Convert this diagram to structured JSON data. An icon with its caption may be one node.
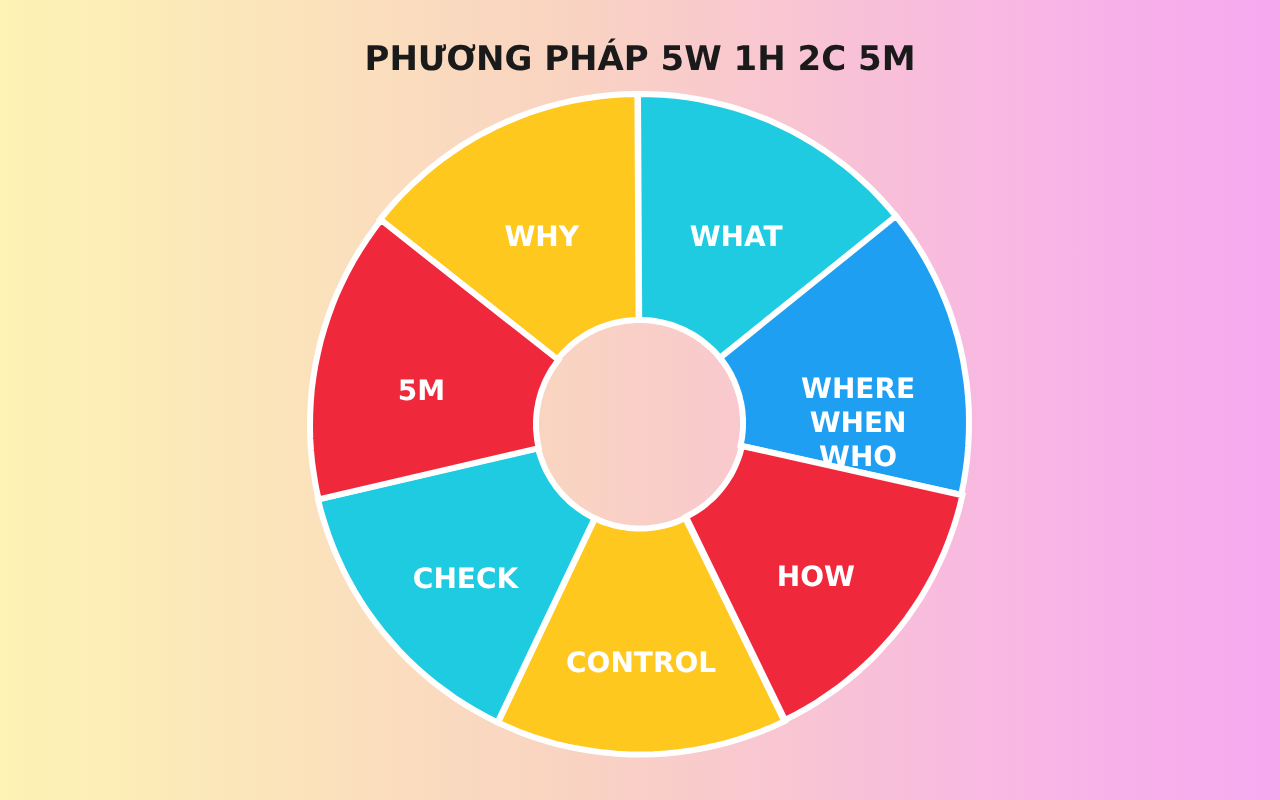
{
  "diagram": {
    "title": "PHƯƠNG PHÁP 5W 1H 2C 5M",
    "nodes": [
      {
        "text": [
          "WHY"
        ]
      },
      {
        "text": [
          "WHAT"
        ]
      },
      {
        "text": [
          "WHERE WHEN WHO"
        ]
      },
      {
        "text": [
          "HOW"
        ]
      },
      {
        "text": [
          "CONTROL"
        ]
      },
      {
        "text": [
          "CHECK"
        ]
      },
      {
        "text": [
          "5M"
        ]
      }
    ]
  }
}
